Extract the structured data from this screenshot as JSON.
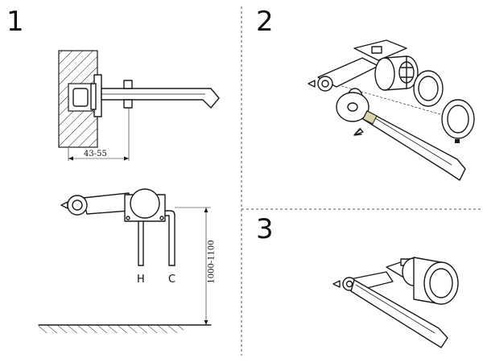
{
  "steps": {
    "one": "1",
    "two": "2",
    "three": "3"
  },
  "step1": {
    "wall_depth_label": "43-55",
    "height_label": "1000-1100",
    "hot_label": "H",
    "cold_label": "C"
  }
}
